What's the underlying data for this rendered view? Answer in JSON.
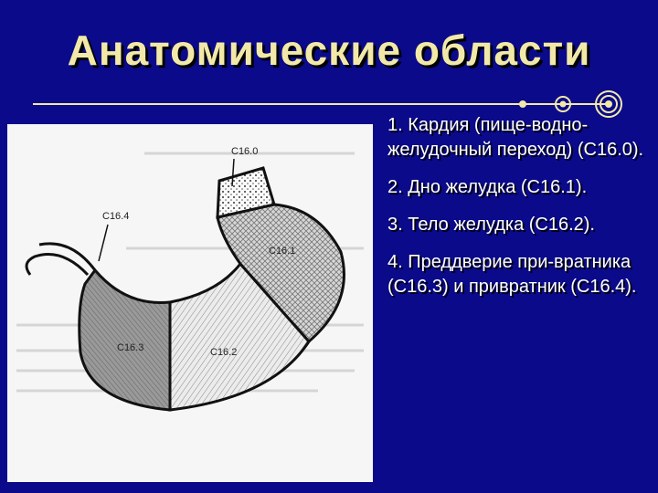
{
  "slide": {
    "title": "Анатомические области"
  },
  "diagram": {
    "labels": {
      "c160": "C16.0",
      "c161": "C16.1",
      "c162": "C16.2",
      "c163": "C16.3",
      "c164": "C16.4"
    },
    "colors": {
      "background": "#0a0a8a",
      "title": "#f2e9a8",
      "rule": "#f2e9a8"
    }
  },
  "items": [
    {
      "text": "1. Кардия (пище-водно-желудочный переход) (С16.0)."
    },
    {
      "text": "2. Дно желудка (С16.1)."
    },
    {
      "text": "3. Тело желудка (С16.2)."
    },
    {
      "text": "4. Преддверие при-вратника (С16.3) и привратник (С16.4)."
    }
  ]
}
